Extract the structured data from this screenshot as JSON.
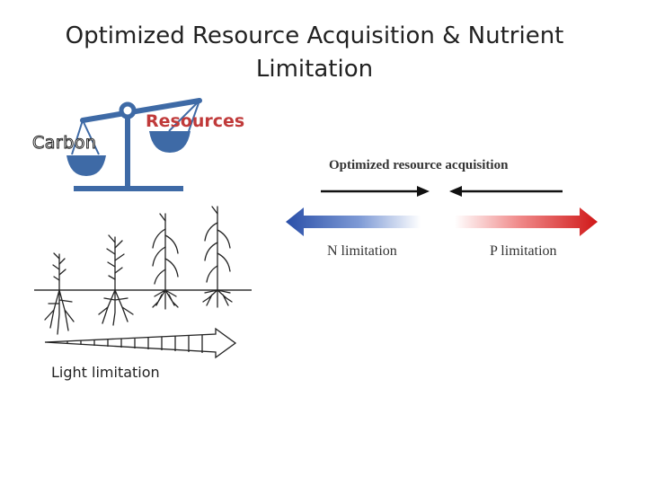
{
  "title": {
    "line1": "Optimized Resource Acquisition & Nutrient",
    "line2": "Limitation"
  },
  "scale": {
    "left_label": "Carbon",
    "right_label": "Resources",
    "color": "#3e6aa6"
  },
  "optimization": {
    "label": "Optimized resource acquisition",
    "n_label": "N limitation",
    "p_label": "P limitation",
    "n_color": "#2a4fa8",
    "p_color": "#d01818"
  },
  "light": {
    "label": "Light limitation"
  }
}
